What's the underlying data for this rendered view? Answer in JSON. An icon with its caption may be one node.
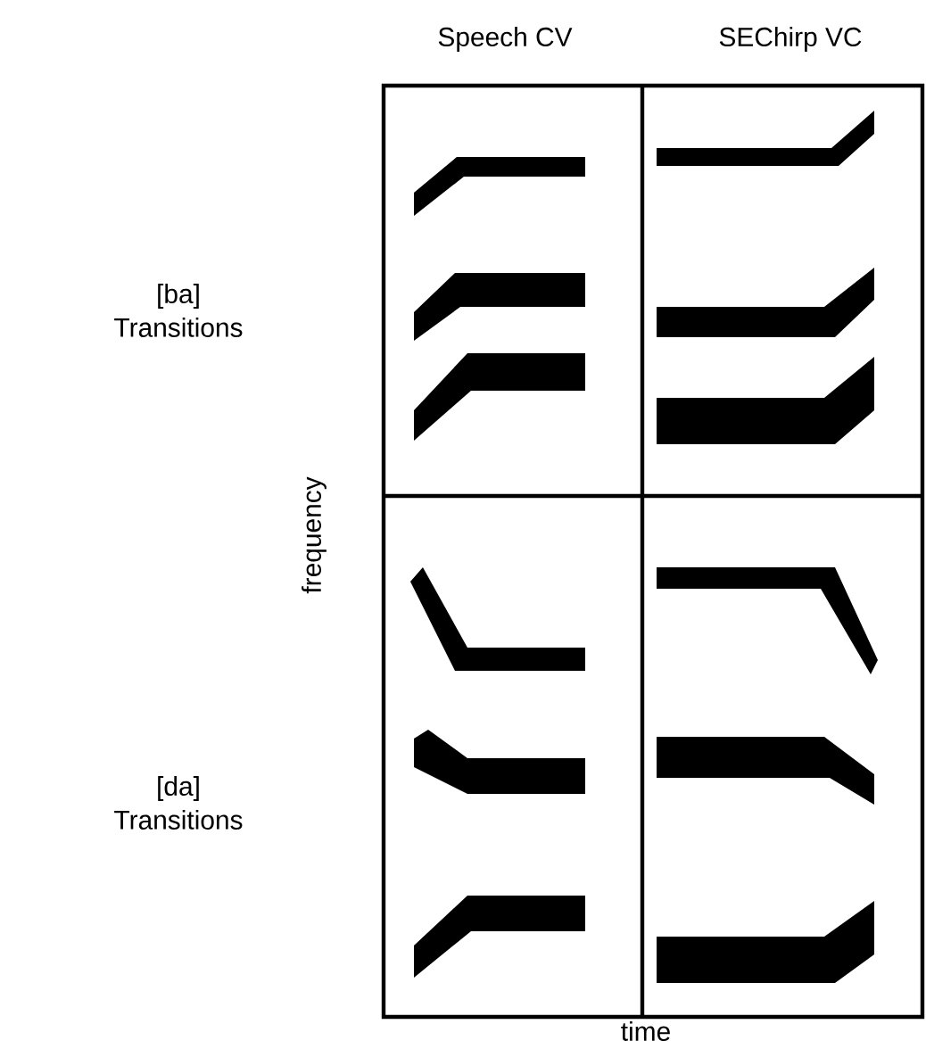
{
  "diagram": {
    "labels": [
      "Speech CV",
      "SEChirp VC",
      "[ba] Transitions",
      "[da] Transitions",
      "frequency",
      "time"
    ]
  }
}
